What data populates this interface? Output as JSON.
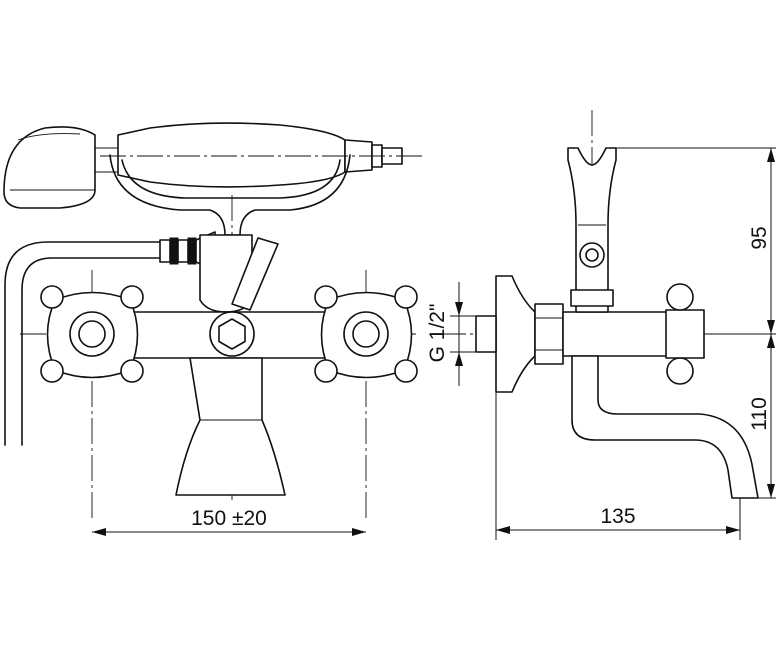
{
  "dimensions": {
    "width_center_spacing": "150 ±20",
    "spout_projection": "135",
    "handshower_holder_height": "95",
    "spout_height": "110",
    "inlet_thread": "G 1/2\""
  }
}
